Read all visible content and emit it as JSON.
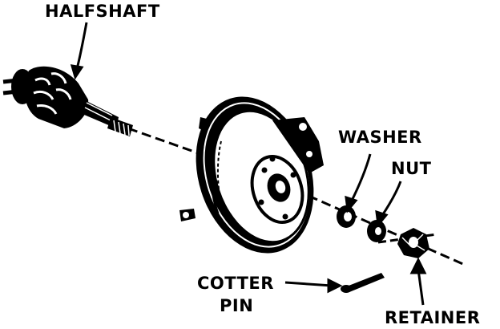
{
  "labels": {
    "halfshaft": "HALFSHAFT",
    "washer": "WASHER",
    "nut": "NUT",
    "cotter": "COTTER",
    "pin": "PIN",
    "retainer": "RETAINER"
  }
}
